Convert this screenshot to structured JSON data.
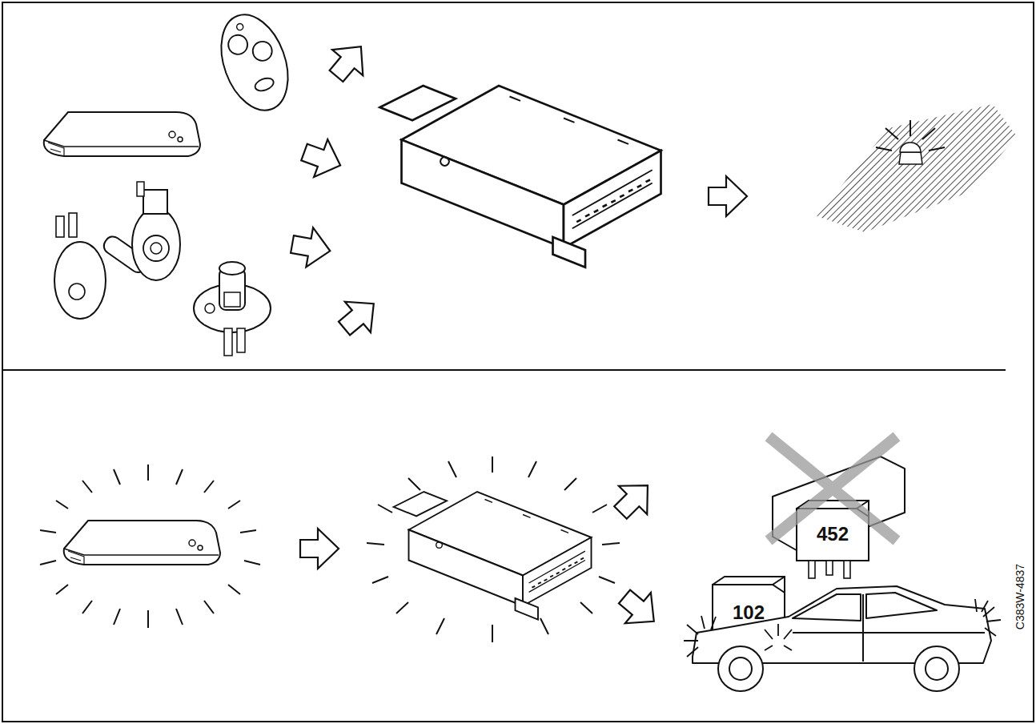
{
  "diagram": {
    "labels": [
      "102",
      "452",
      "C383W-4837"
    ]
  }
}
